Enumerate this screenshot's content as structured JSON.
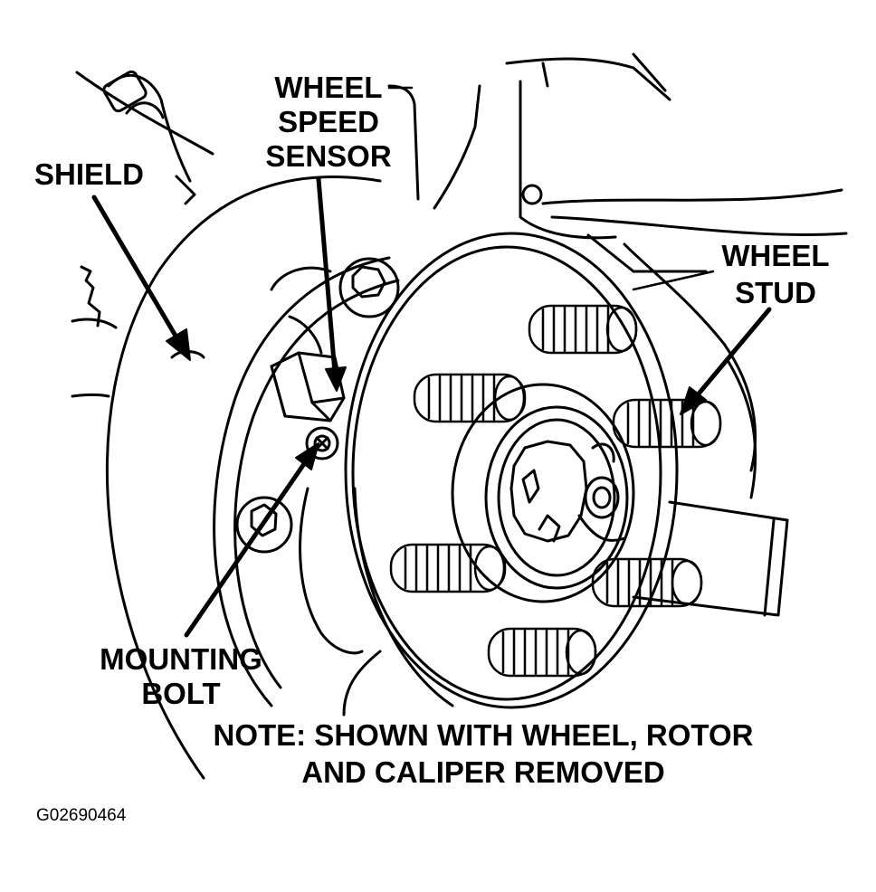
{
  "labels": {
    "shield": "SHIELD",
    "wheel_speed_sensor": [
      "WHEEL",
      "SPEED",
      "SENSOR"
    ],
    "wheel_stud": [
      "WHEEL",
      "STUD"
    ],
    "mounting_bolt": [
      "MOUNTING",
      "BOLT"
    ],
    "note": [
      "NOTE: SHOWN WITH WHEEL, ROTOR",
      "AND CALIPER REMOVED"
    ]
  },
  "figure_code": "G02690464",
  "colors": {
    "ink": "#000000",
    "paper": "#ffffff"
  }
}
